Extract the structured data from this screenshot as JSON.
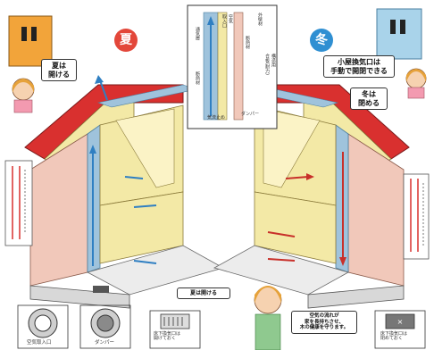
{
  "season_summer": "夏",
  "season_winter": "冬",
  "bubbles": {
    "summer_open": "夏は\n開ける",
    "winter_attic": "小屋換気口は\n手動で開閉できる",
    "winter_close": "冬は\n閉める",
    "summer_open_bottom": "夏は開ける",
    "air_flow": "空気の流れが\n家を長持ちさせ、\n木の健康を守ります。"
  },
  "center_panel": {
    "labels": [
      "空気\n取入口",
      "外壁材",
      "通気層",
      "断熱材",
      "構造用\n合板(耐力)",
      "断熱材",
      "気流止め",
      "ダンパー"
    ]
  },
  "bottom_labels": {
    "intake": "空気取入口",
    "damper": "ダンパー",
    "floor_vent_summer": "床下換気口は\n開けておく",
    "floor_vent_winter": "床下換気口は\n閉めておく"
  },
  "colors": {
    "roof": "#d9302f",
    "wall_yellow": "#f3e9a6",
    "wall_blue": "#9fc3dc",
    "summer_circle": "#e3473a",
    "winter_circle": "#2f8fd2",
    "sky_panel": "#a9d3ea",
    "door_orange": "#f2a43a"
  }
}
